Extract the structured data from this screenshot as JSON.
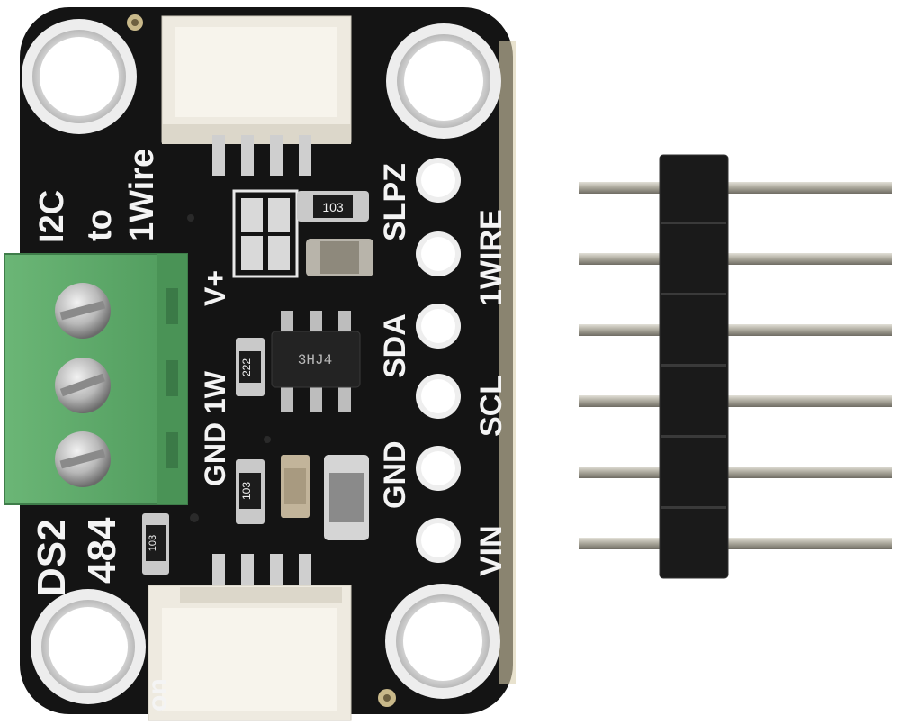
{
  "board": {
    "title_lines": [
      "I2C",
      "to",
      "1Wire"
    ],
    "chip_name_lines": [
      "DS2",
      "484"
    ],
    "pin_labels": [
      "SLPZ",
      "1WIRE",
      "SDA",
      "SCL",
      "GND",
      "VIN"
    ],
    "terminal_labels": [
      "V+",
      "1W",
      "GND"
    ],
    "jumper_label": "on",
    "ic_marking": "3HJ4",
    "resistor_markings": [
      "103",
      "222",
      "103",
      "103"
    ],
    "colors": {
      "pcb": "#141414",
      "silkscreen": "#f4f4f4",
      "terminal_block": "#5fa86a",
      "connector": "#eeeae0",
      "header": "#1a1a1a"
    }
  },
  "header_strip": {
    "pin_count": 6
  }
}
